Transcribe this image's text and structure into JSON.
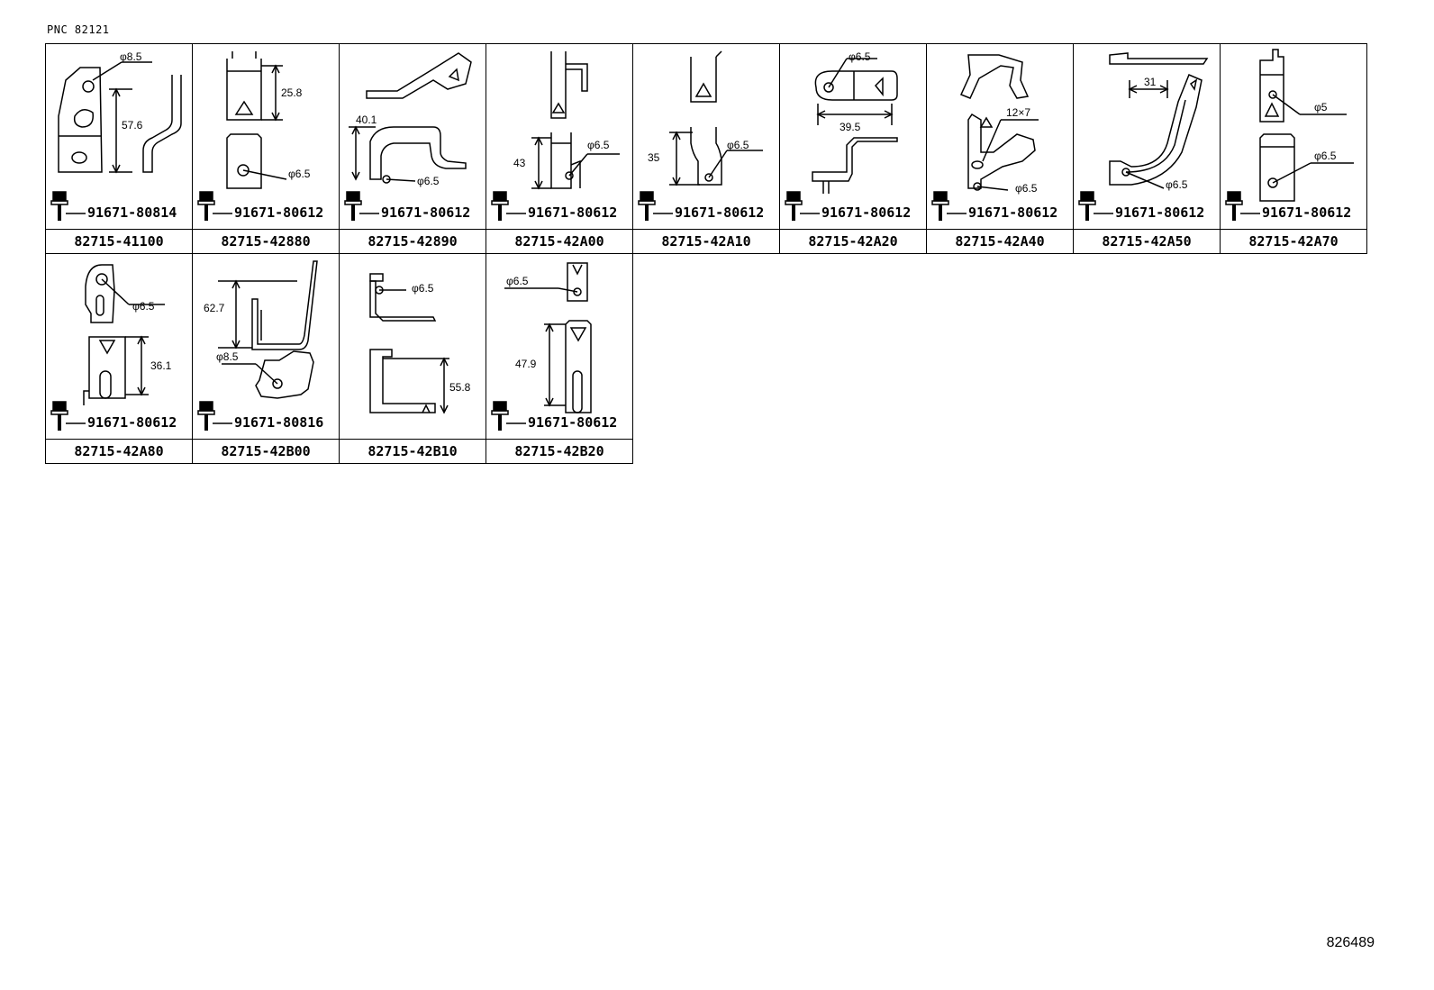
{
  "header": {
    "pnc": "PNC  82121"
  },
  "footer": {
    "ref": "826489"
  },
  "cells": [
    {
      "part": "82715-41100",
      "bolt": "91671-80814",
      "dims": [
        "φ8.5",
        "57.6"
      ]
    },
    {
      "part": "82715-42880",
      "bolt": "91671-80612",
      "dims": [
        "25.8",
        "φ6.5"
      ]
    },
    {
      "part": "82715-42890",
      "bolt": "91671-80612",
      "dims": [
        "40.1",
        "φ6.5"
      ]
    },
    {
      "part": "82715-42A00",
      "bolt": "91671-80612",
      "dims": [
        "43",
        "φ6.5"
      ]
    },
    {
      "part": "82715-42A10",
      "bolt": "91671-80612",
      "dims": [
        "35",
        "φ6.5"
      ]
    },
    {
      "part": "82715-42A20",
      "bolt": "91671-80612",
      "dims": [
        "φ6.5",
        "39.5"
      ]
    },
    {
      "part": "82715-42A40",
      "bolt": "91671-80612",
      "dims": [
        "12×7",
        "φ6.5"
      ]
    },
    {
      "part": "82715-42A50",
      "bolt": "91671-80612",
      "dims": [
        "31",
        "φ6.5"
      ]
    },
    {
      "part": "82715-42A70",
      "bolt": "91671-80612",
      "dims": [
        "φ5",
        "φ6.5"
      ]
    },
    {
      "part": "82715-42A80",
      "bolt": "91671-80612",
      "dims": [
        "φ6.5",
        "36.1"
      ]
    },
    {
      "part": "82715-42B00",
      "bolt": "91671-80816",
      "dims": [
        "62.7",
        "φ8.5"
      ]
    },
    {
      "part": "82715-42B10",
      "bolt": "",
      "dims": [
        "φ6.5",
        "55.8"
      ]
    },
    {
      "part": "82715-42B20",
      "bolt": "91671-80612",
      "dims": [
        "φ6.5",
        "47.9"
      ]
    }
  ]
}
